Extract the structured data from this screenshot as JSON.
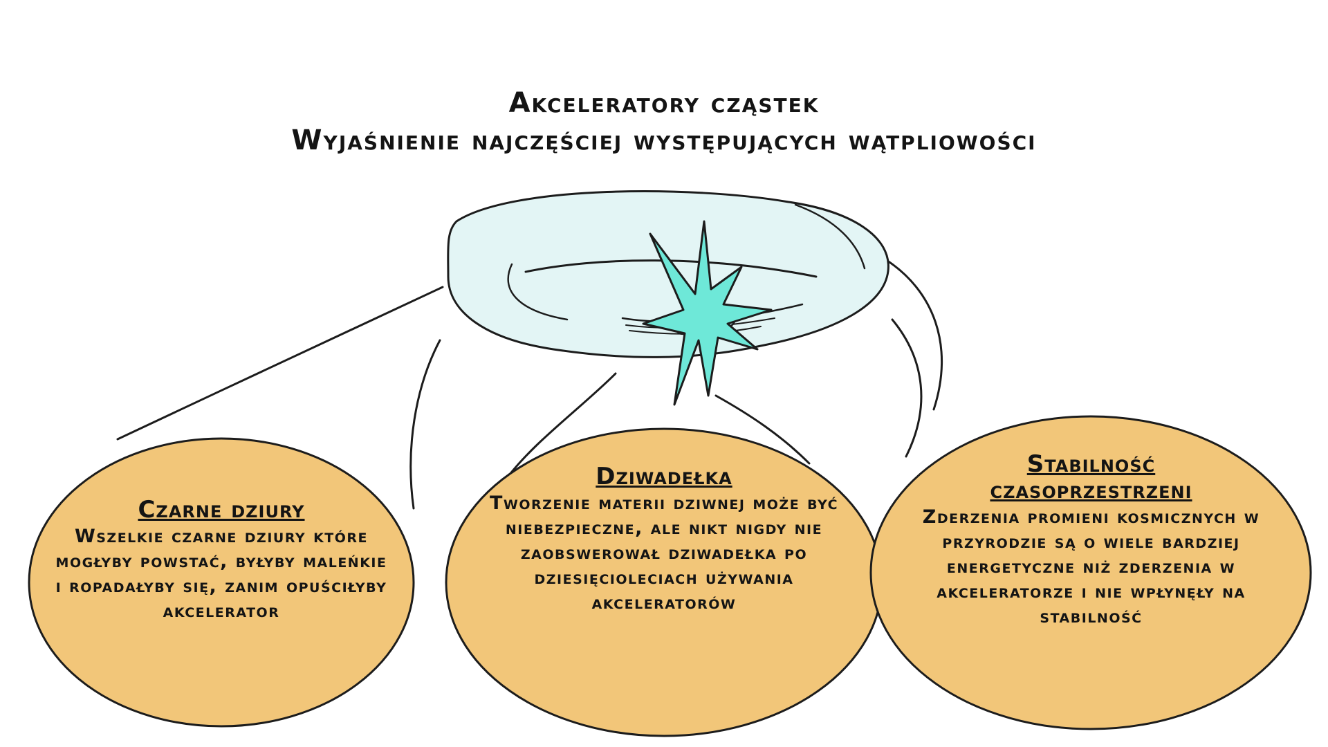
{
  "title": {
    "line1": "Akceleratory cząstek",
    "line2": "Wyjaśnienie najczęściej występujących wątpliowości"
  },
  "bubbles": [
    {
      "heading": "Czarne dziury",
      "text": "Wszelkie czarne dziury które mogłyby powstać, byłyby maleńkie i ropadałyby się, zanim opuściłyby akcelerator"
    },
    {
      "heading": "Dziwadełka",
      "text": "Tworzenie materii dziwnej może być niebezpieczne, ale nikt nigdy nie zaobswerował dziwadełka po dziesięcioleciach używania akceleratorów"
    },
    {
      "heading": "Stabilność czasoprzestrzeni",
      "text": "Zderzenia promieni kosmicznych w przyrodzie są o wiele bardziej energetyczne niż zderzenia w akceleratorze i nie wpłynęły na stabilność"
    }
  ],
  "colors": {
    "bubble_fill": "#f2c679",
    "ring_fill": "#e3f5f5",
    "burst_fill": "#6ee8d8",
    "stroke": "#1c1c1c"
  },
  "icons": {
    "accelerator": "accelerator-ring-icon",
    "collision": "collision-burst-icon"
  }
}
